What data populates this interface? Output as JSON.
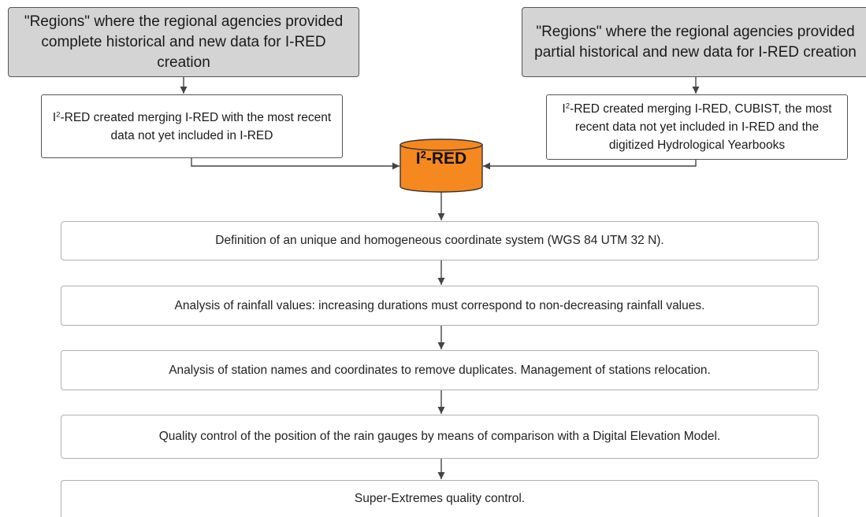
{
  "header_left": "\"Regions\" where the regional agencies provided complete historical and new data for I-RED creation",
  "header_right": "\"Regions\" where the regional agencies provided partial historical and new data for I-RED creation",
  "merge_left": {
    "prefix": "I",
    "sup": "2",
    "text": "-RED created merging I-RED with the most recent data not yet included in I-RED"
  },
  "merge_right": {
    "prefix": "I",
    "sup": "2",
    "text": "-RED created merging I-RED, CUBIST, the most recent data not yet included in I-RED and the digitized Hydrological Yearbooks"
  },
  "database": {
    "prefix": "I",
    "sup": "2",
    "suffix": "-RED",
    "color": "#f5881f"
  },
  "steps": [
    "Definition of an unique and homogeneous coordinate system (WGS 84 UTM 32 N).",
    "Analysis of rainfall values: increasing durations must correspond to non-decreasing rainfall values.",
    "Analysis of station names and coordinates to remove duplicates. Management of stations relocation.",
    "Quality control of the position of the rain gauges by means of comparison with a Digital Elevation Model.",
    "Super-Extremes quality control."
  ]
}
